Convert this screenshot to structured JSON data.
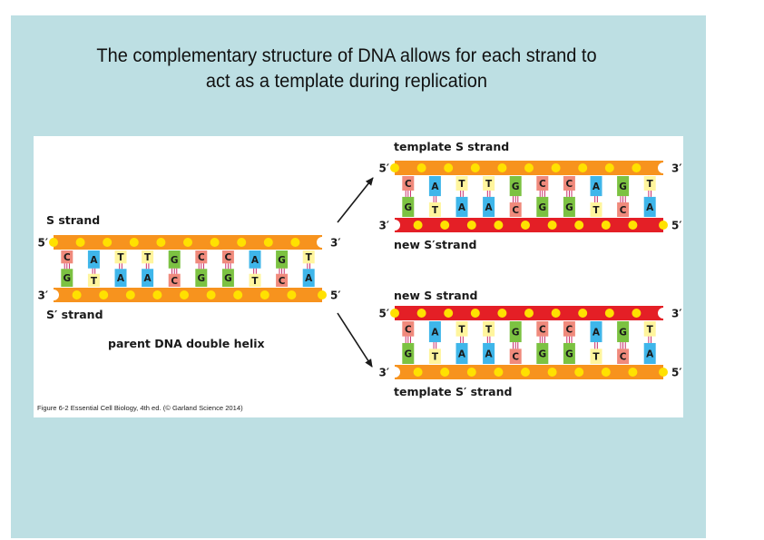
{
  "slide": {
    "title_line1": "The complementary structure of DNA allows for each strand to",
    "title_line2": "act as a template during replication",
    "background_color": "#bddfe3"
  },
  "figure": {
    "credit": "Figure 6-2  Essential Cell Biology, 4th ed. (© Garland Science 2014)",
    "colors": {
      "template_backbone": "#f7931e",
      "new_backbone": "#e41f26",
      "phosphate_dot": "#ffe100",
      "C": "#f08a7c",
      "A": "#3fb6ea",
      "T": "#fff59d",
      "G": "#7cc242",
      "hbond": "#c2185b"
    },
    "sequence_top": [
      "C",
      "A",
      "T",
      "T",
      "G",
      "C",
      "C",
      "A",
      "G",
      "T"
    ],
    "sequence_bottom": [
      "G",
      "T",
      "A",
      "A",
      "C",
      "G",
      "G",
      "T",
      "C",
      "A"
    ],
    "parent": {
      "top_label": "S strand",
      "bottom_label": "S′ strand",
      "caption": "parent DNA double helix",
      "top_left_end": "5′",
      "top_right_end": "3′",
      "bottom_left_end": "3′",
      "bottom_right_end": "5′",
      "top_strand_type": "template",
      "bottom_strand_type": "template"
    },
    "daughter1": {
      "top_label": "template S strand",
      "bottom_label": "new S′strand",
      "top_left_end": "5′",
      "top_right_end": "3′",
      "bottom_left_end": "3′",
      "bottom_right_end": "5′",
      "top_strand_type": "template",
      "bottom_strand_type": "new"
    },
    "daughter2": {
      "top_label": "new S strand",
      "bottom_label": "template S′ strand",
      "top_left_end": "5′",
      "top_right_end": "3′",
      "bottom_left_end": "3′",
      "bottom_right_end": "5′",
      "top_strand_type": "new",
      "bottom_strand_type": "template"
    }
  }
}
